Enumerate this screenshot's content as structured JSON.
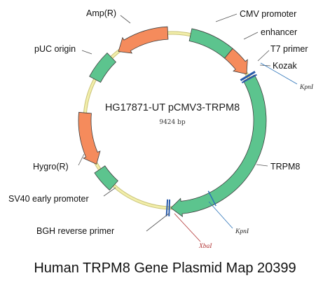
{
  "plasmid": {
    "name": "HG17871-UT pCMV3-TRPM8",
    "size_label": "9424 bp",
    "backbone_color": "#f2eeaa"
  },
  "features": [
    {
      "id": "cmv-promoter",
      "label": "CMV promoter",
      "color": "#5cc48e"
    },
    {
      "id": "enhancer",
      "label": "enhancer",
      "color": "#f58b5c"
    },
    {
      "id": "trpm8",
      "label": "TRPM8",
      "color": "#5cc48e"
    },
    {
      "id": "sv40-early-promoter",
      "label": "SV40 early promoter",
      "color": "#5cc48e"
    },
    {
      "id": "hygro",
      "label": "Hygro(R)",
      "color": "#f58b5c"
    },
    {
      "id": "puc-origin",
      "label": "pUC origin",
      "color": "#5cc48e"
    },
    {
      "id": "amp",
      "label": "Amp(R)",
      "color": "#f58b5c"
    }
  ],
  "markers": [
    {
      "id": "t7-primer",
      "label": "T7 primer",
      "color": "#2a5cab"
    },
    {
      "id": "kozak",
      "label": "Kozak",
      "color": "#2a5cab"
    },
    {
      "id": "bgh-reverse-primer",
      "label": "BGH reverse primer",
      "color": "#2a5cab"
    }
  ],
  "enzymes": [
    {
      "id": "kpni-top",
      "label": "KpnI",
      "color": "#2a72b8"
    },
    {
      "id": "kpni-bottom",
      "label": "KpnI",
      "color": "#2a72b8"
    },
    {
      "id": "xbai",
      "label": "XbaI",
      "color": "#b03030"
    }
  ],
  "caption": "Human TRPM8 Gene Plasmid Map 20399"
}
